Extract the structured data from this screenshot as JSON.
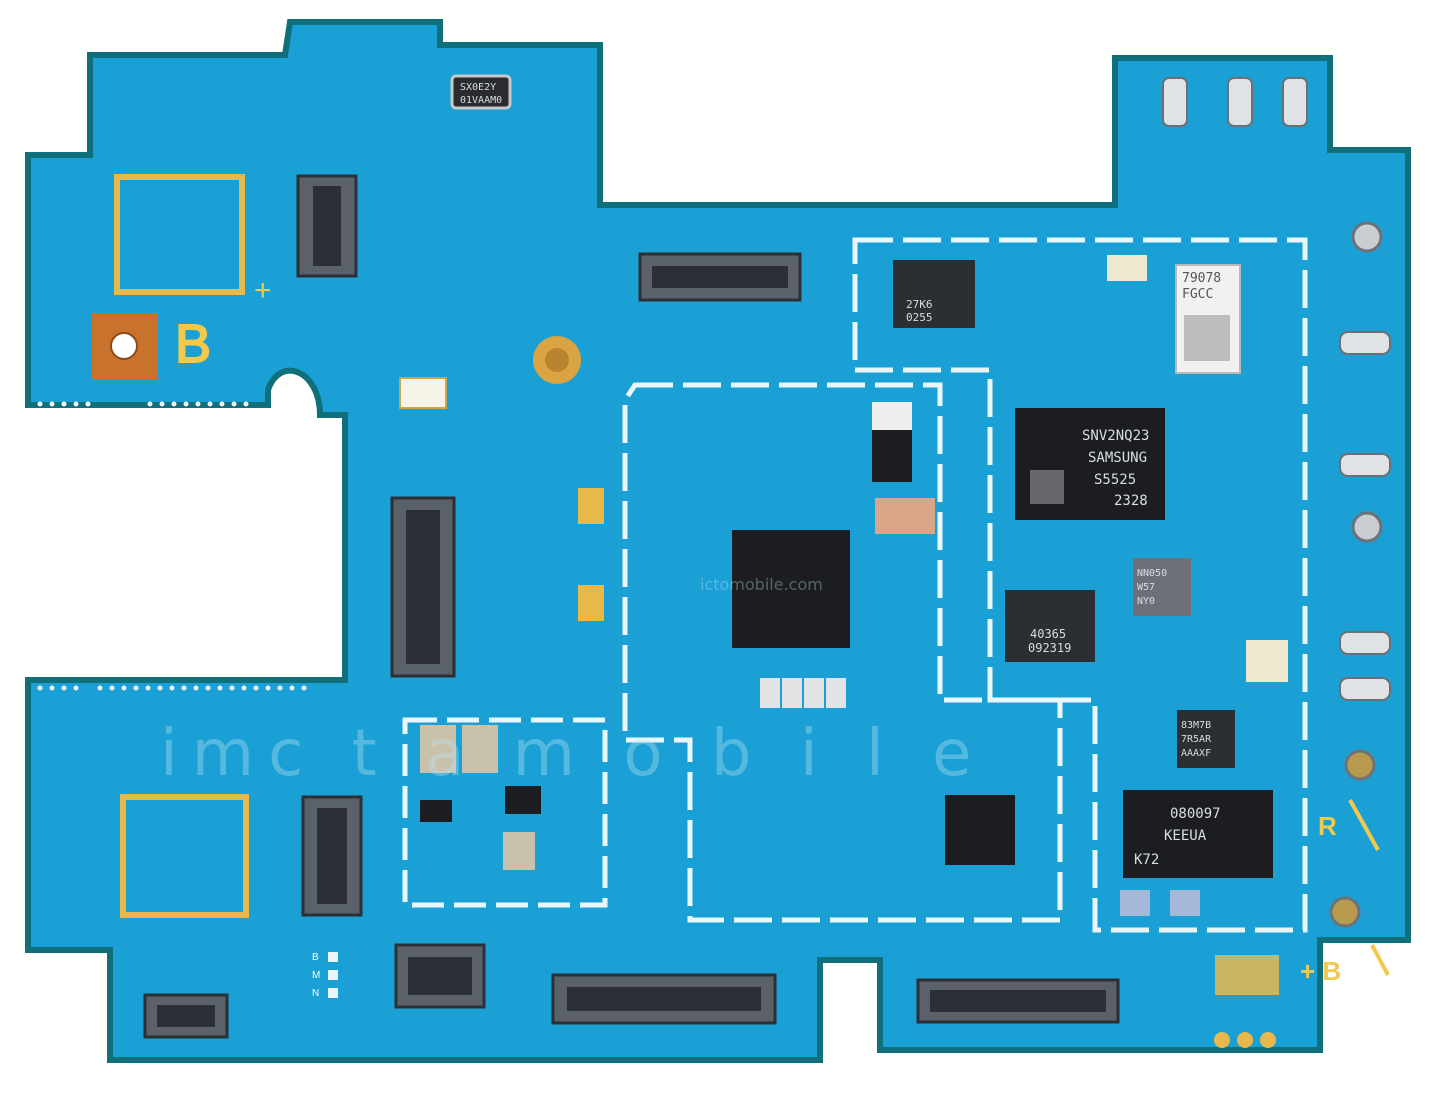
{
  "colors": {
    "board": "#1aa0d4",
    "board_dark": "#118ab8",
    "edge": "#0f6f7a",
    "gold": "#e8b84a",
    "chip": "#1b1d21",
    "white_line": "#e9f7fc",
    "copper": "#c9722e"
  },
  "labels": {
    "silk_b_top": "B",
    "silk_plus_top": "+",
    "silk_r": "R",
    "silk_plus_b": "+ B",
    "silk_bmn_b": "B",
    "silk_bmn_m": "M",
    "silk_bmn_n": "N"
  },
  "chips": {
    "samsung_l1": "SNV2NQ23",
    "samsung_l2": "SAMSUNG",
    "samsung_l3": "S5525",
    "samsung_l4": "2328",
    "rf_l1": "79078",
    "rf_l2": "FGCC",
    "pmic_l1": "40365",
    "pmic_l2": "092319",
    "k72_l1": "080097",
    "k72_l2": "KEEUA",
    "k72_l3": "K72",
    "top_left_l1": "27K6",
    "top_left_l2": "0255",
    "crystal": "SX0E2Y",
    "crystal2": "01VAAM0",
    "mid_small_l1": "83M7B",
    "mid_small_l2": "7R5AR",
    "mid_small_l3": "AAAXF",
    "w57_l1": "NN050",
    "w57_l2": "W57",
    "w57_l3": "NY0"
  },
  "watermark": {
    "text": "imc t a m o b i l e",
    "small": "ictomobile.com"
  }
}
